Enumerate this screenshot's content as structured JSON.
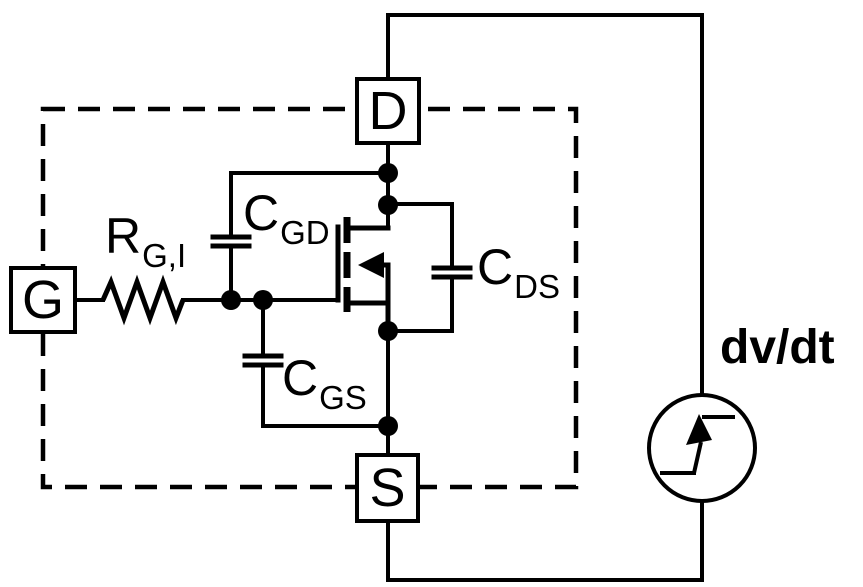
{
  "colors": {
    "ink": "#000000",
    "background": "#ffffff"
  },
  "terminals": {
    "drain": "D",
    "gate": "G",
    "source": "S"
  },
  "labels": {
    "resistor": {
      "main": "R",
      "sub": "G,I"
    },
    "cap_gd": {
      "main": "C",
      "sub": "GD"
    },
    "cap_gs": {
      "main": "C",
      "sub": "GS"
    },
    "cap_ds": {
      "main": "C",
      "sub": "DS"
    },
    "dvdt": "dv/dt"
  },
  "icons": {
    "mosfet": "n-channel-mosfet-icon",
    "source": "step-voltage-source-icon",
    "resistor": "resistor-zigzag-icon",
    "capacitor": "capacitor-plates-icon",
    "boundary": "device-package-dashed-boundary"
  }
}
